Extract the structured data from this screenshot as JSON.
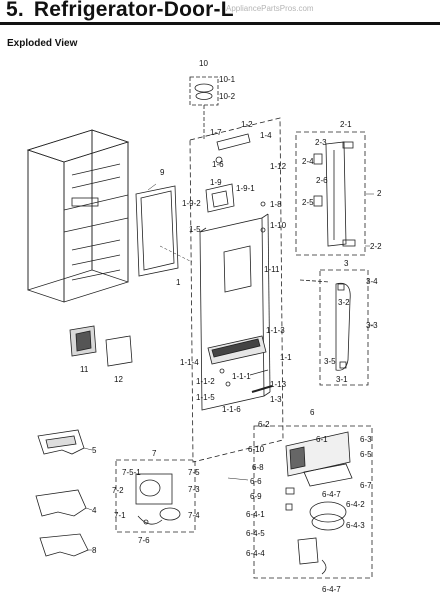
{
  "header": {
    "section_number": "5.",
    "title": "Refrigerator-Door-L",
    "watermark": "ApplianceP​artsPros.com",
    "subtitle": "Exploded View"
  },
  "parts": [
    "10",
    "10-1",
    "10-2",
    "1-7",
    "1-2",
    "1-4",
    "1-6",
    "1-12",
    "1-9",
    "1-9-1",
    "1-9-2",
    "1-8",
    "1-5",
    "1-10",
    "1-11",
    "1",
    "9",
    "11",
    "12",
    "2",
    "2-1",
    "2-3",
    "2-4",
    "2-6",
    "2-5",
    "2-2",
    "3",
    "3-4",
    "3-2",
    "3-3",
    "3-5",
    "3-1",
    "1-1-3",
    "1-1",
    "1-1-4",
    "1-1-1",
    "1-1-2",
    "1-1-5",
    "1-13",
    "1-3",
    "1-1-6",
    "5",
    "4",
    "8",
    "7",
    "7-5-1",
    "7-5",
    "7-2",
    "7-3",
    "7-1",
    "7-4",
    "7-6",
    "6",
    "6-2",
    "6-1",
    "6-3",
    "6-10",
    "6-5",
    "6-8",
    "6-7",
    "6-6",
    "6-9",
    "6-4-7",
    "6-4-2",
    "6-4-1",
    "6-4-3",
    "6-4-5",
    "6-4-4"
  ],
  "parts_bottom_label": "6-4-7"
}
